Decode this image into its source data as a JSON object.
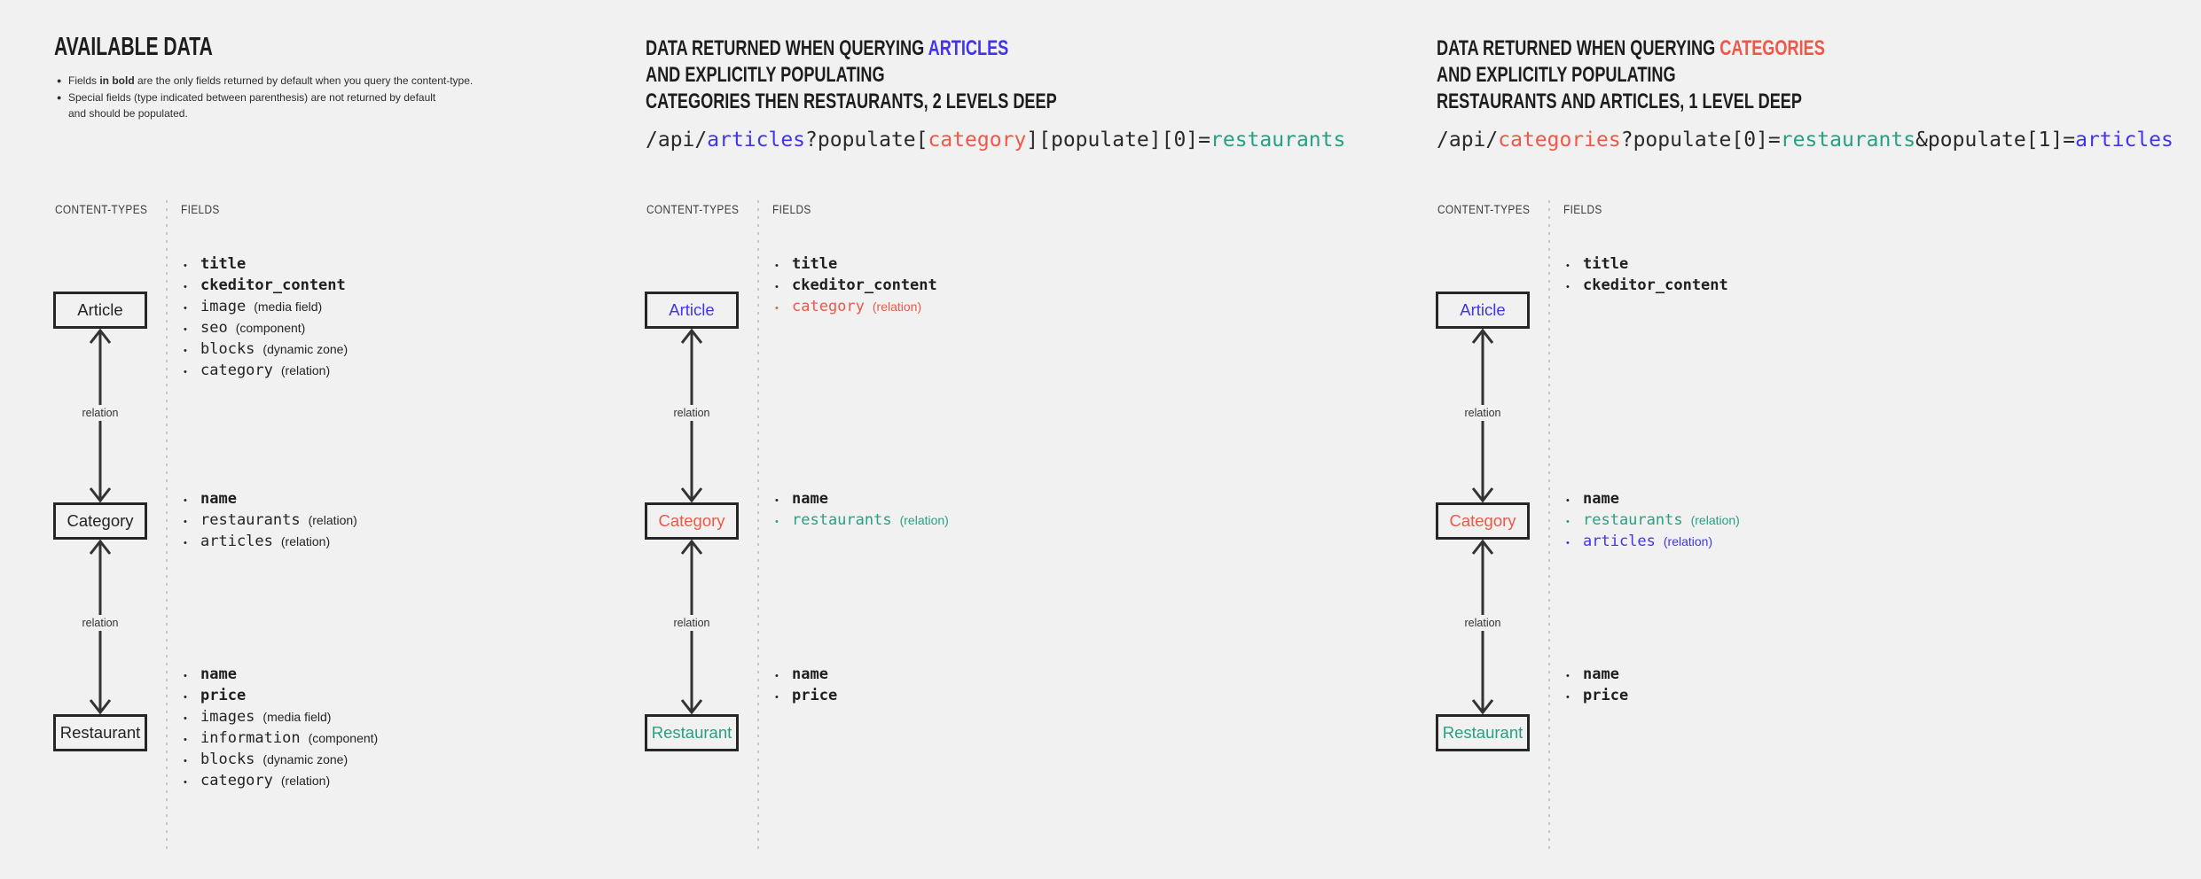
{
  "palette": {
    "dark": "#242424",
    "blue": "#4134ec",
    "red": "#ee5849",
    "green": "#27a083",
    "heading": "#1d1d1d",
    "background": "#f1f1f1",
    "box_border": "#262626",
    "arrow": "#333333",
    "divider": "#c7c7c7",
    "muted": "#3d3d3d",
    "note": "#2e2e2e",
    "code_dark": "#2a2a2a"
  },
  "panels": [
    {
      "name": "available-data",
      "heading": {
        "large": true,
        "lines": [
          [
            {
              "text": "AVAILABLE DATA",
              "color": "heading"
            }
          ]
        ]
      },
      "notes": [
        {
          "bullet": true,
          "segments": [
            {
              "text": "Fields ",
              "bold": false
            },
            {
              "text": "in bold",
              "bold": true
            },
            {
              "text": " are the only fields returned by default when you query the content-type.",
              "bold": false
            }
          ]
        },
        {
          "bullet": true,
          "segments": [
            {
              "text": "Special fields (type indicated between parenthesis) are not returned by default",
              "bold": false
            }
          ]
        },
        {
          "bullet": false,
          "segments": [
            {
              "text": "and should be populated.",
              "bold": false
            }
          ]
        }
      ],
      "code": null,
      "column_headers": {
        "content_types": "CONTENT-TYPES",
        "fields": "FIELDS"
      },
      "edge_label": "relation",
      "nodes": [
        {
          "label": "Article",
          "color": "dark",
          "fields": [
            {
              "name": "title",
              "bold": true,
              "color": "dark",
              "type": ""
            },
            {
              "name": "ckeditor_content",
              "bold": true,
              "color": "dark",
              "type": ""
            },
            {
              "name": "image",
              "bold": false,
              "color": "dark",
              "type": "(media field)"
            },
            {
              "name": "seo",
              "bold": false,
              "color": "dark",
              "type": "(component)"
            },
            {
              "name": "blocks",
              "bold": false,
              "color": "dark",
              "type": "(dynamic zone)"
            },
            {
              "name": "category",
              "bold": false,
              "color": "dark",
              "type": "(relation)"
            }
          ]
        },
        {
          "label": "Category",
          "color": "dark",
          "fields": [
            {
              "name": "name",
              "bold": true,
              "color": "dark",
              "type": ""
            },
            {
              "name": "restaurants",
              "bold": false,
              "color": "dark",
              "type": "(relation)"
            },
            {
              "name": "articles",
              "bold": false,
              "color": "dark",
              "type": "(relation)"
            }
          ]
        },
        {
          "label": "Restaurant",
          "color": "dark",
          "fields": [
            {
              "name": "name",
              "bold": true,
              "color": "dark",
              "type": ""
            },
            {
              "name": "price",
              "bold": true,
              "color": "dark",
              "type": ""
            },
            {
              "name": "images",
              "bold": false,
              "color": "dark",
              "type": "(media field)"
            },
            {
              "name": "information",
              "bold": false,
              "color": "dark",
              "type": "(component)"
            },
            {
              "name": "blocks",
              "bold": false,
              "color": "dark",
              "type": "(dynamic zone)"
            },
            {
              "name": "category",
              "bold": false,
              "color": "dark",
              "type": "(relation)"
            }
          ]
        }
      ]
    },
    {
      "name": "query-articles",
      "heading": {
        "large": false,
        "lines": [
          [
            {
              "text": "DATA RETURNED WHEN QUERYING ",
              "color": "heading"
            },
            {
              "text": "ARTICLES",
              "color": "blue"
            }
          ],
          [
            {
              "text": "AND EXPLICITLY POPULATING",
              "color": "heading"
            }
          ],
          [
            {
              "text": "CATEGORIES THEN RESTAURANTS, 2 LEVELS DEEP",
              "color": "heading"
            }
          ]
        ]
      },
      "notes": [],
      "code": [
        {
          "text": "/api/",
          "color": "code_dark"
        },
        {
          "text": "articles",
          "color": "blue"
        },
        {
          "text": "?populate[",
          "color": "code_dark"
        },
        {
          "text": "category",
          "color": "red"
        },
        {
          "text": "][populate][0]=",
          "color": "code_dark"
        },
        {
          "text": "restaurants",
          "color": "green"
        }
      ],
      "column_headers": {
        "content_types": "CONTENT-TYPES",
        "fields": "FIELDS"
      },
      "edge_label": "relation",
      "nodes": [
        {
          "label": "Article",
          "color": "blue",
          "fields": [
            {
              "name": "title",
              "bold": true,
              "color": "dark",
              "type": ""
            },
            {
              "name": "ckeditor_content",
              "bold": true,
              "color": "dark",
              "type": ""
            },
            {
              "name": "category",
              "bold": false,
              "color": "red",
              "type": "(relation)"
            }
          ]
        },
        {
          "label": "Category",
          "color": "red",
          "fields": [
            {
              "name": "name",
              "bold": true,
              "color": "dark",
              "type": ""
            },
            {
              "name": "restaurants",
              "bold": false,
              "color": "green",
              "type": "(relation)"
            }
          ]
        },
        {
          "label": "Restaurant",
          "color": "green",
          "fields": [
            {
              "name": "name",
              "bold": true,
              "color": "dark",
              "type": ""
            },
            {
              "name": "price",
              "bold": true,
              "color": "dark",
              "type": ""
            }
          ]
        }
      ]
    },
    {
      "name": "query-categories",
      "heading": {
        "large": false,
        "lines": [
          [
            {
              "text": "DATA RETURNED WHEN QUERYING ",
              "color": "heading"
            },
            {
              "text": "CATEGORIES",
              "color": "red"
            }
          ],
          [
            {
              "text": "AND EXPLICITLY POPULATING",
              "color": "heading"
            }
          ],
          [
            {
              "text": "RESTAURANTS AND ARTICLES, 1 LEVEL DEEP",
              "color": "heading"
            }
          ]
        ]
      },
      "notes": [],
      "code": [
        {
          "text": "/api/",
          "color": "code_dark"
        },
        {
          "text": "categories",
          "color": "red"
        },
        {
          "text": "?populate[0]=",
          "color": "code_dark"
        },
        {
          "text": "restaurants",
          "color": "green"
        },
        {
          "text": "&populate[1]=",
          "color": "code_dark"
        },
        {
          "text": "articles",
          "color": "blue"
        }
      ],
      "column_headers": {
        "content_types": "CONTENT-TYPES",
        "fields": "FIELDS"
      },
      "edge_label": "relation",
      "nodes": [
        {
          "label": "Article",
          "color": "blue",
          "fields": [
            {
              "name": "title",
              "bold": true,
              "color": "dark",
              "type": ""
            },
            {
              "name": "ckeditor_content",
              "bold": true,
              "color": "dark",
              "type": ""
            }
          ]
        },
        {
          "label": "Category",
          "color": "red",
          "fields": [
            {
              "name": "name",
              "bold": true,
              "color": "dark",
              "type": ""
            },
            {
              "name": "restaurants",
              "bold": false,
              "color": "green",
              "type": "(relation)"
            },
            {
              "name": "articles",
              "bold": false,
              "color": "blue",
              "type": "(relation)"
            }
          ]
        },
        {
          "label": "Restaurant",
          "color": "green",
          "fields": [
            {
              "name": "name",
              "bold": true,
              "color": "dark",
              "type": ""
            },
            {
              "name": "price",
              "bold": true,
              "color": "dark",
              "type": ""
            }
          ]
        }
      ]
    }
  ]
}
